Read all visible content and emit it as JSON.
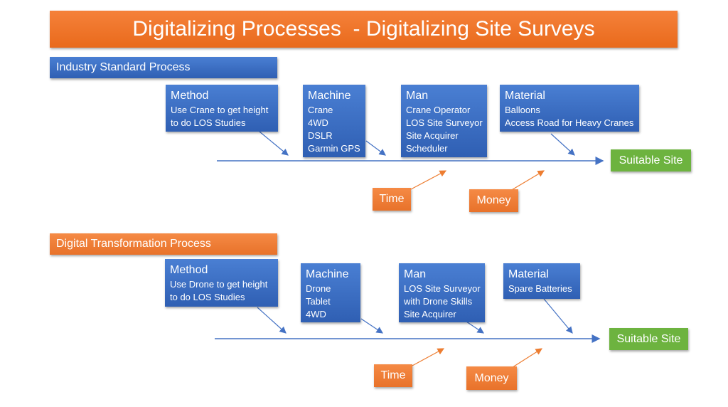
{
  "title": "Digitalizing Processes  - Digitalizing Site Surveys",
  "sections": [
    {
      "label": "Industry Standard Process",
      "boxes": [
        {
          "title": "Method",
          "lines": [
            "Use Crane to get height",
            "to do LOS Studies"
          ]
        },
        {
          "title": "Machine",
          "lines": [
            "Crane",
            "4WD",
            "DSLR",
            "Garmin GPS"
          ]
        },
        {
          "title": "Man",
          "lines": [
            "Crane Operator",
            "LOS Site Surveyor",
            "Site Acquirer",
            "Scheduler"
          ]
        },
        {
          "title": "Material",
          "lines": [
            "Balloons",
            "Access Road for Heavy Cranes"
          ]
        }
      ],
      "bottom": [
        "Time",
        "Money"
      ],
      "outcome": "Suitable Site"
    },
    {
      "label": "Digital Transformation Process",
      "boxes": [
        {
          "title": "Method",
          "lines": [
            "Use Drone to get height",
            "to do LOS Studies"
          ]
        },
        {
          "title": "Machine",
          "lines": [
            "Drone",
            "Tablet",
            "4WD"
          ]
        },
        {
          "title": "Man",
          "lines": [
            "LOS Site Surveyor",
            "with Drone Skills",
            "Site Acquirer"
          ]
        },
        {
          "title": "Material",
          "lines": [
            "Spare Batteries"
          ]
        }
      ],
      "bottom": [
        "Time",
        "Money"
      ],
      "outcome": "Suitable Site"
    }
  ],
  "colors": {
    "title": "#ED7D31",
    "box": "#3C6FC8",
    "outcome": "#70AD47",
    "arrow": "#4472C4"
  }
}
